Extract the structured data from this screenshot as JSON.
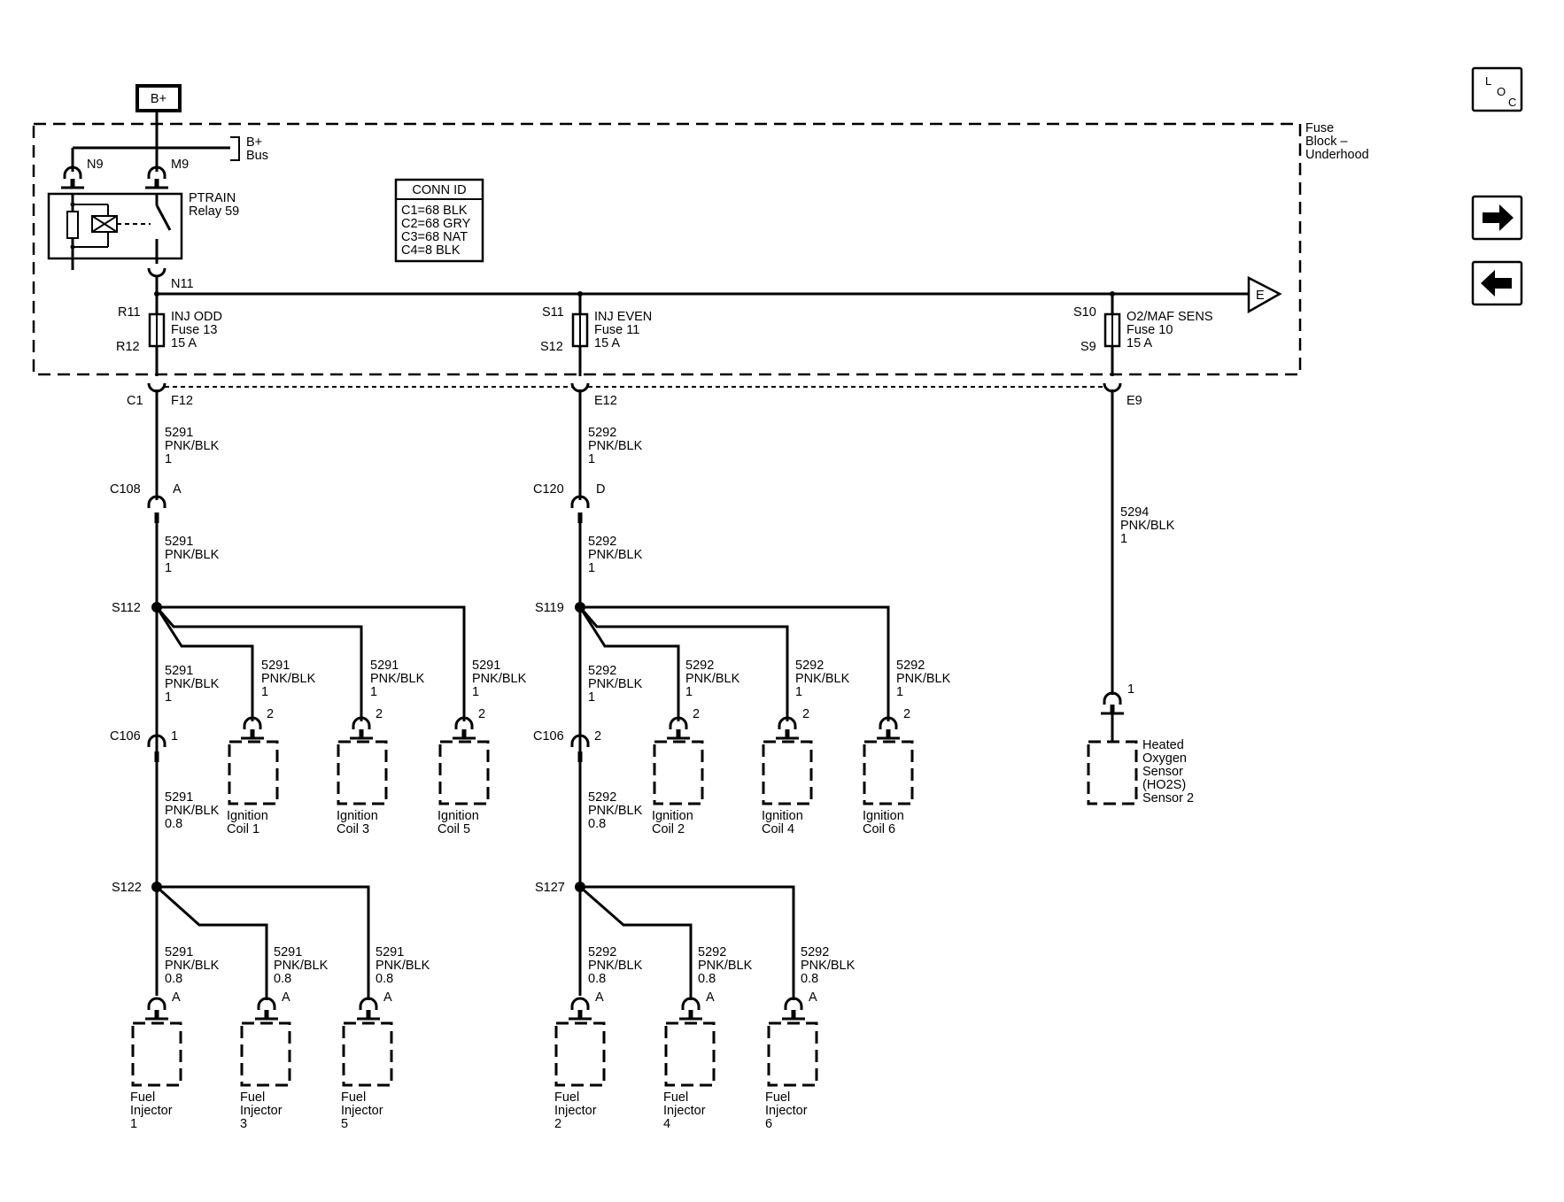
{
  "supply": {
    "label": "B+"
  },
  "bus": {
    "line1": "B+",
    "line2": "Bus"
  },
  "fuse_block": {
    "line1": "Fuse",
    "line2": "Block –",
    "line3": "Underhood"
  },
  "relay": {
    "name1": "PTRAIN",
    "name2": "Relay 59",
    "pin_a": "N9",
    "pin_b": "M9",
    "pin_out": "N11"
  },
  "conn_id": {
    "title": "CONN ID",
    "rows": [
      "C1=68 BLK",
      "C2=68 GRY",
      "C3=68 NAT",
      "C4=8 BLK"
    ]
  },
  "offpage": {
    "label": "E"
  },
  "nav": {
    "loc_l": "L",
    "loc_o": "O",
    "loc_c": "C",
    "next": "next-page",
    "prev": "prev-page"
  },
  "fuses": [
    {
      "pin_top": "R11",
      "pin_bot": "R12",
      "name": "INJ ODD",
      "fuse": "Fuse 13",
      "amp": "15 A",
      "conn": "F12"
    },
    {
      "pin_top": "S11",
      "pin_bot": "S12",
      "name": "INJ EVEN",
      "fuse": "Fuse 11",
      "amp": "15 A",
      "conn": "E12"
    },
    {
      "pin_top": "S10",
      "pin_bot": "S9",
      "name": "O2/MAF SENS",
      "fuse": "Fuse 10",
      "amp": "15 A",
      "conn": "E9"
    }
  ],
  "c1": "C1",
  "odd": {
    "w1": {
      "c": "5291",
      "col": "PNK/BLK",
      "g": "1"
    },
    "conn1": {
      "id": "C108",
      "pin": "A"
    },
    "w2": {
      "c": "5291",
      "col": "PNK/BLK",
      "g": "1"
    },
    "splice1": "S112",
    "w3": {
      "c": "5291",
      "col": "PNK/BLK",
      "g": "1"
    },
    "conn2": {
      "id": "C106",
      "pin": "1"
    },
    "w4": {
      "c": "5291",
      "col": "PNK/BLK",
      "g": "0.8"
    },
    "splice2": "S122",
    "coils": [
      {
        "c": "5291",
        "col": "PNK/BLK",
        "g": "1",
        "pin": "2",
        "n1": "Ignition",
        "n2": "Coil 1"
      },
      {
        "c": "5291",
        "col": "PNK/BLK",
        "g": "1",
        "pin": "2",
        "n1": "Ignition",
        "n2": "Coil 3"
      },
      {
        "c": "5291",
        "col": "PNK/BLK",
        "g": "1",
        "pin": "2",
        "n1": "Ignition",
        "n2": "Coil 5"
      }
    ],
    "injectors": [
      {
        "c": "5291",
        "col": "PNK/BLK",
        "g": "0.8",
        "pin": "A",
        "n1": "Fuel",
        "n2": "Injector",
        "n3": "1"
      },
      {
        "c": "5291",
        "col": "PNK/BLK",
        "g": "0.8",
        "pin": "A",
        "n1": "Fuel",
        "n2": "Injector",
        "n3": "3"
      },
      {
        "c": "5291",
        "col": "PNK/BLK",
        "g": "0.8",
        "pin": "A",
        "n1": "Fuel",
        "n2": "Injector",
        "n3": "5"
      }
    ]
  },
  "even": {
    "w1": {
      "c": "5292",
      "col": "PNK/BLK",
      "g": "1"
    },
    "conn1": {
      "id": "C120",
      "pin": "D"
    },
    "w2": {
      "c": "5292",
      "col": "PNK/BLK",
      "g": "1"
    },
    "splice1": "S119",
    "w3": {
      "c": "5292",
      "col": "PNK/BLK",
      "g": "1"
    },
    "conn2": {
      "id": "C106",
      "pin": "2"
    },
    "w4": {
      "c": "5292",
      "col": "PNK/BLK",
      "g": "0.8"
    },
    "splice2": "S127",
    "coils": [
      {
        "c": "5292",
        "col": "PNK/BLK",
        "g": "1",
        "pin": "2",
        "n1": "Ignition",
        "n2": "Coil 2"
      },
      {
        "c": "5292",
        "col": "PNK/BLK",
        "g": "1",
        "pin": "2",
        "n1": "Ignition",
        "n2": "Coil 4"
      },
      {
        "c": "5292",
        "col": "PNK/BLK",
        "g": "1",
        "pin": "2",
        "n1": "Ignition",
        "n2": "Coil 6"
      }
    ],
    "injectors": [
      {
        "c": "5292",
        "col": "PNK/BLK",
        "g": "0.8",
        "pin": "A",
        "n1": "Fuel",
        "n2": "Injector",
        "n3": "2"
      },
      {
        "c": "5292",
        "col": "PNK/BLK",
        "g": "0.8",
        "pin": "A",
        "n1": "Fuel",
        "n2": "Injector",
        "n3": "4"
      },
      {
        "c": "5292",
        "col": "PNK/BLK",
        "g": "0.8",
        "pin": "A",
        "n1": "Fuel",
        "n2": "Injector",
        "n3": "6"
      }
    ]
  },
  "o2": {
    "w1": {
      "c": "5294",
      "col": "PNK/BLK",
      "g": "1"
    },
    "pin": "1",
    "name": [
      "Heated",
      "Oxygen",
      "Sensor",
      "(HO2S)",
      "Sensor 2"
    ]
  }
}
